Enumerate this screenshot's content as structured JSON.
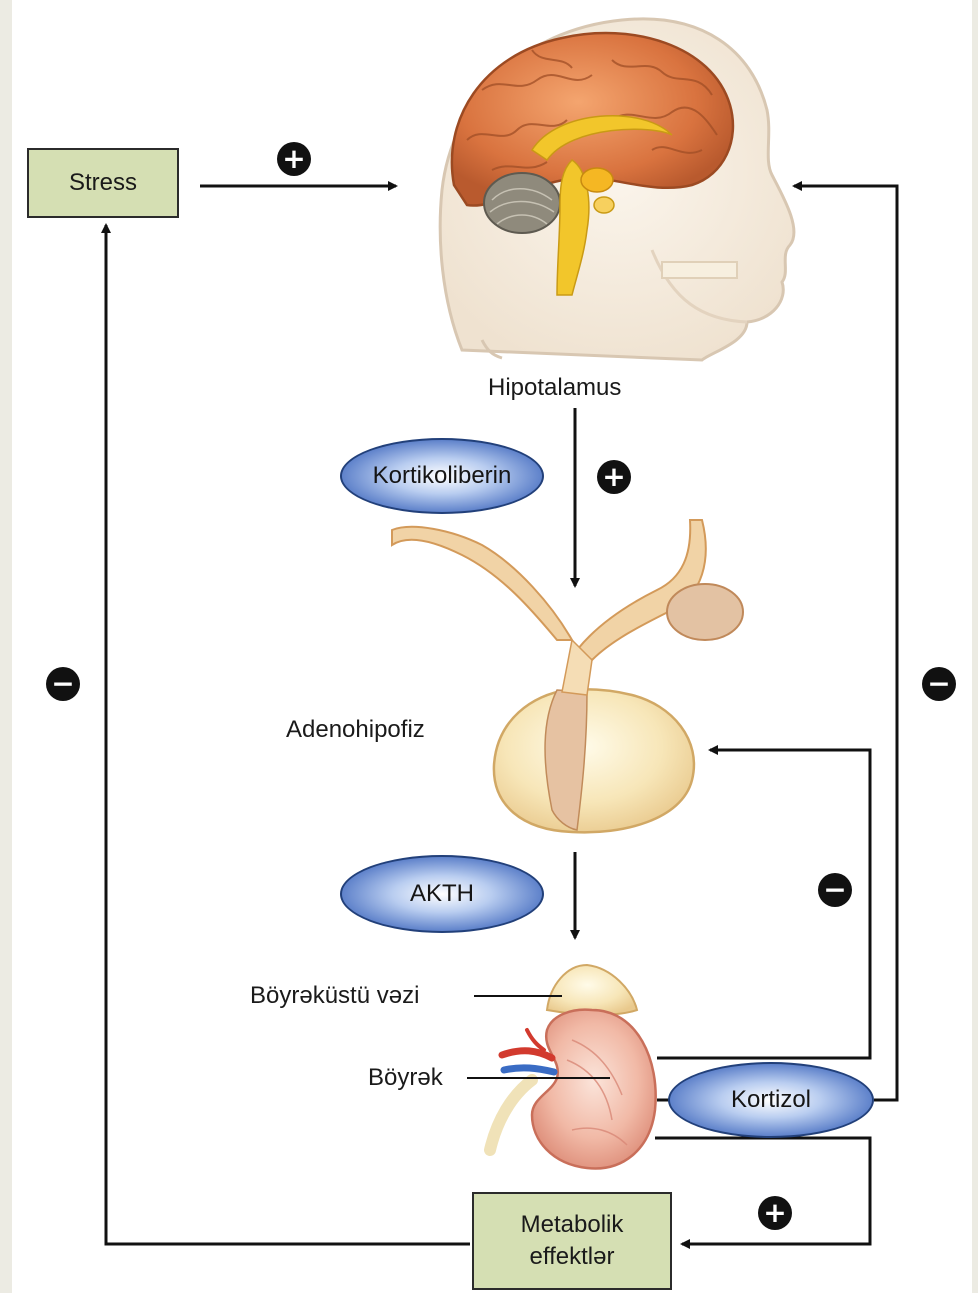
{
  "nodes": {
    "stress": "Stress",
    "hypothalamus": "Hipotalamus",
    "corticoliberin": "Kortikoliberin",
    "adenohypophysis": "Adenohipofiz",
    "acth": "AKTH",
    "adrenal_gland": "Böyrəküstü vəzi",
    "kidney": "Böyrək",
    "cortisol": "Kortizol",
    "metabolic_line1": "Metabolik",
    "metabolic_line2": "effektlər"
  },
  "signs": {
    "stress_to_brain": "+",
    "hypothalamus_to_pituitary": "+",
    "cortisol_to_metabolic": "+",
    "cortisol_to_brain": "−",
    "metabolic_to_stress": "−",
    "cortisol_to_pituitary": "−"
  },
  "colors": {
    "box_fill": "#d5dfb3",
    "oval_blue": "#3e63b4",
    "arrow": "#111111",
    "brain": "#d9824d",
    "gland": "#f6e2b0",
    "kidney": "#e9a690"
  }
}
